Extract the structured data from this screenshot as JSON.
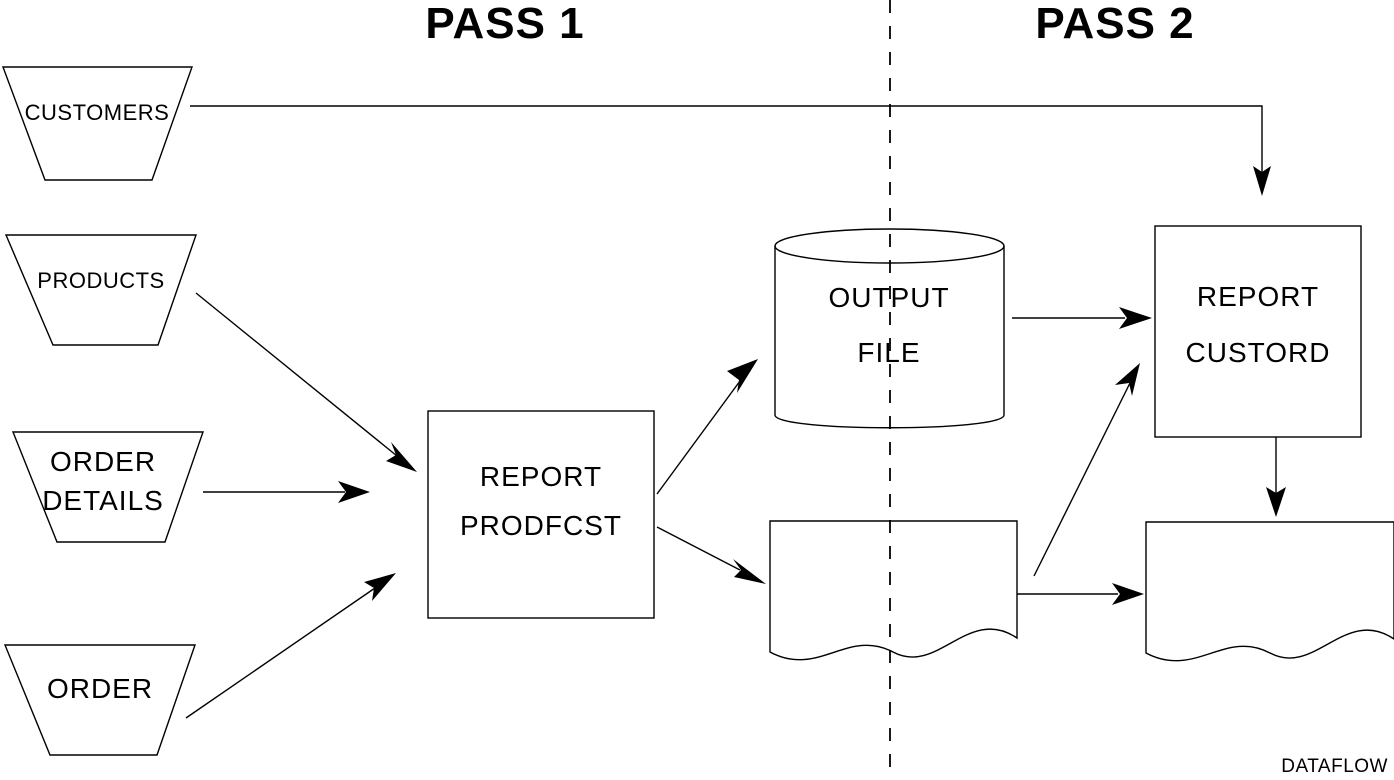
{
  "diagram": {
    "title_left": "PASS 1",
    "title_right": "PASS 2",
    "corner_label": "DATAFLOW",
    "colors": {
      "stroke": "#000000",
      "background": "#ffffff",
      "text": "#000000"
    },
    "nodes": [
      {
        "id": "customers",
        "shape": "trapezoid",
        "label": "CUSTOMERS"
      },
      {
        "id": "products",
        "shape": "trapezoid",
        "label": "PRODUCTS"
      },
      {
        "id": "order_details",
        "shape": "trapezoid",
        "label_line1": "ORDER",
        "label_line2": "DETAILS"
      },
      {
        "id": "order",
        "shape": "trapezoid",
        "label": "ORDER"
      },
      {
        "id": "report_prodfcst",
        "shape": "process",
        "label_line1": "REPORT",
        "label_line2": "PRODFCST"
      },
      {
        "id": "output_file",
        "shape": "cylinder",
        "label_line1": "OUTPUT",
        "label_line2": "FILE"
      },
      {
        "id": "report_custord",
        "shape": "process",
        "label_line1": "REPORT",
        "label_line2": "CUSTORD"
      },
      {
        "id": "document_pass1",
        "shape": "document",
        "label": ""
      },
      {
        "id": "document_pass2",
        "shape": "document",
        "label": ""
      }
    ],
    "edges": [
      {
        "from": "customers",
        "to": "report_custord",
        "style": "orthogonal"
      },
      {
        "from": "products",
        "to": "report_prodfcst",
        "style": "diagonal"
      },
      {
        "from": "order_details",
        "to": "report_prodfcst",
        "style": "straight"
      },
      {
        "from": "order",
        "to": "report_prodfcst",
        "style": "diagonal"
      },
      {
        "from": "report_prodfcst",
        "to": "output_file",
        "style": "diagonal"
      },
      {
        "from": "report_prodfcst",
        "to": "document_pass1",
        "style": "diagonal"
      },
      {
        "from": "output_file",
        "to": "report_custord",
        "style": "straight"
      },
      {
        "from": "document_pass1",
        "to": "report_custord",
        "style": "diagonal"
      },
      {
        "from": "document_pass1",
        "to": "document_pass2",
        "style": "straight"
      },
      {
        "from": "report_custord",
        "to": "document_pass2",
        "style": "vertical"
      }
    ],
    "divider": {
      "kind": "dashed-vertical",
      "separates": [
        "PASS 1",
        "PASS 2"
      ]
    }
  }
}
